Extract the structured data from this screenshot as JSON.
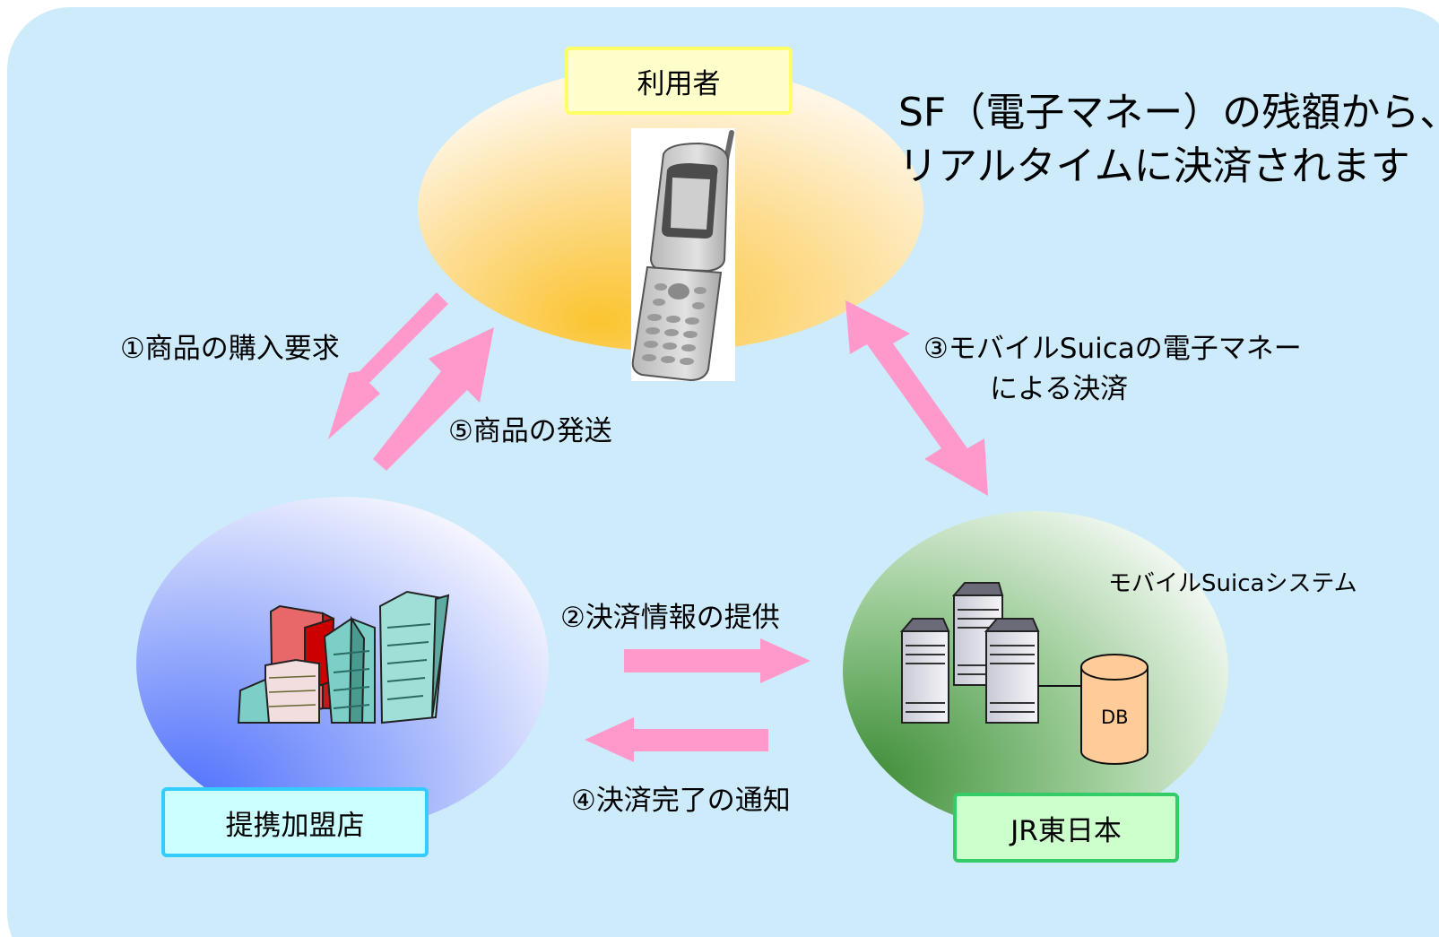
{
  "nodes": {
    "user": {
      "label": "利用者"
    },
    "store": {
      "label": "提携加盟店"
    },
    "jr": {
      "label": "JR東日本",
      "system_name": "モバイルSuicaシステム",
      "db_label": "DB"
    }
  },
  "headline": {
    "line1": "SF（電子マネー）の残額から、",
    "line2": "リアルタイムに決済されます"
  },
  "steps": {
    "step1": "①商品の購入要求",
    "step2": "②決済情報の提供",
    "step3_line1": "③モバイルSuicaの電子マネー",
    "step3_line2": "による決済",
    "step4": "④決済完了の通知",
    "step5": "⑤商品の発送"
  },
  "colors": {
    "background_panel": "#cdebfb",
    "arrow": "#ff99cc",
    "user_ellipse": "#f9c63c",
    "store_ellipse": "#5f7dfd",
    "jr_ellipse": "#3f8f3a",
    "db": "#ffcc99"
  }
}
